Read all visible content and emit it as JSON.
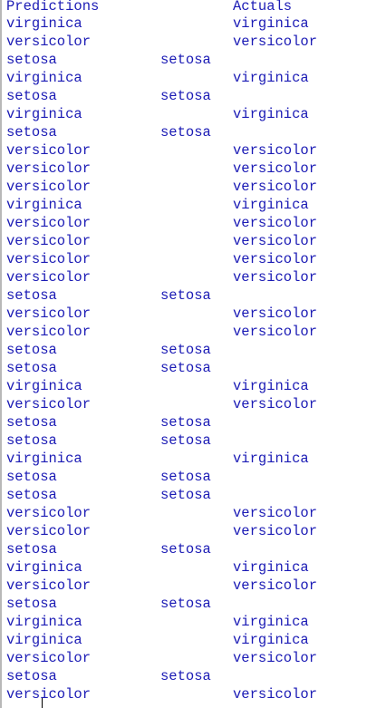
{
  "colors": {
    "text": "#1b1bb5",
    "background": "#ffffff",
    "border": "#b8b8b8"
  },
  "header": {
    "predictions": "Predictions",
    "actuals": "Actuals"
  },
  "rows": [
    {
      "prediction": "virginica",
      "actual": "virginica"
    },
    {
      "prediction": "versicolor",
      "actual": "versicolor"
    },
    {
      "prediction": "setosa",
      "actual": "setosa"
    },
    {
      "prediction": "virginica",
      "actual": "virginica"
    },
    {
      "prediction": "setosa",
      "actual": "setosa"
    },
    {
      "prediction": "virginica",
      "actual": "virginica"
    },
    {
      "prediction": "setosa",
      "actual": "setosa"
    },
    {
      "prediction": "versicolor",
      "actual": "versicolor"
    },
    {
      "prediction": "versicolor",
      "actual": "versicolor"
    },
    {
      "prediction": "versicolor",
      "actual": "versicolor"
    },
    {
      "prediction": "virginica",
      "actual": "virginica"
    },
    {
      "prediction": "versicolor",
      "actual": "versicolor"
    },
    {
      "prediction": "versicolor",
      "actual": "versicolor"
    },
    {
      "prediction": "versicolor",
      "actual": "versicolor"
    },
    {
      "prediction": "versicolor",
      "actual": "versicolor"
    },
    {
      "prediction": "setosa",
      "actual": "setosa"
    },
    {
      "prediction": "versicolor",
      "actual": "versicolor"
    },
    {
      "prediction": "versicolor",
      "actual": "versicolor"
    },
    {
      "prediction": "setosa",
      "actual": "setosa"
    },
    {
      "prediction": "setosa",
      "actual": "setosa"
    },
    {
      "prediction": "virginica",
      "actual": "virginica"
    },
    {
      "prediction": "versicolor",
      "actual": "versicolor"
    },
    {
      "prediction": "setosa",
      "actual": "setosa"
    },
    {
      "prediction": "setosa",
      "actual": "setosa"
    },
    {
      "prediction": "virginica",
      "actual": "virginica"
    },
    {
      "prediction": "setosa",
      "actual": "setosa"
    },
    {
      "prediction": "setosa",
      "actual": "setosa"
    },
    {
      "prediction": "versicolor",
      "actual": "versicolor"
    },
    {
      "prediction": "versicolor",
      "actual": "versicolor"
    },
    {
      "prediction": "setosa",
      "actual": "setosa"
    },
    {
      "prediction": "virginica",
      "actual": "virginica"
    },
    {
      "prediction": "versicolor",
      "actual": "versicolor"
    },
    {
      "prediction": "setosa",
      "actual": "setosa"
    },
    {
      "prediction": "virginica",
      "actual": "virginica"
    },
    {
      "prediction": "virginica",
      "actual": "virginica"
    },
    {
      "prediction": "versicolor",
      "actual": "versicolor"
    },
    {
      "prediction": "setosa",
      "actual": "setosa"
    },
    {
      "prediction": "versicolor",
      "actual": "versicolor"
    }
  ]
}
